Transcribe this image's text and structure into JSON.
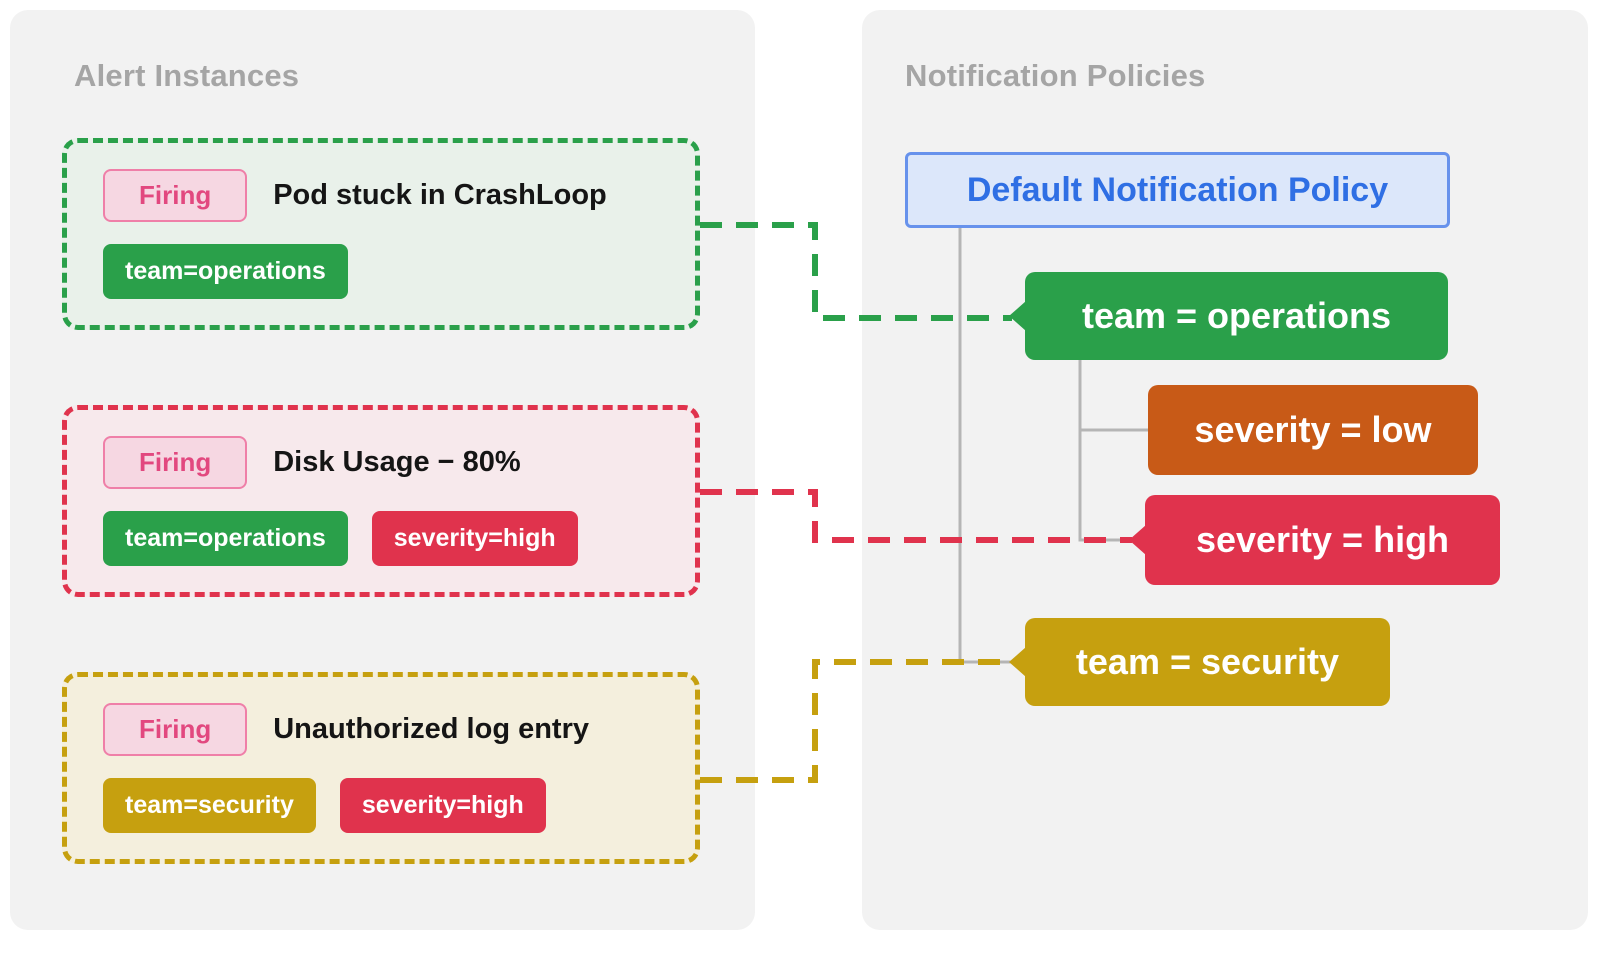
{
  "colors": {
    "panel-bg": "#f2f2f2",
    "green": "#2aa04a",
    "green-tint": "#e9f1ea",
    "red": "#e0334d",
    "red-tint": "#f7e9ec",
    "gold": "#c6a00f",
    "gold-tint": "#f4efdd",
    "orange": "#c85a17",
    "blue": "#2f6fe4",
    "blue-bg": "#dce7fa",
    "blue-border": "#6792ec",
    "pink": "#e2487f",
    "pink-bg": "#f6d7e2",
    "tree-line": "#b5b5b5",
    "title-gray": "#a5a5a5"
  },
  "left_panel": {
    "title": "Alert Instances",
    "cards": [
      {
        "badge": "Firing",
        "title": "Pod stuck in CrashLoop",
        "labels": [
          {
            "text": "team=operations",
            "color": "green"
          }
        ]
      },
      {
        "badge": "Firing",
        "title": "Disk Usage − 80%",
        "labels": [
          {
            "text": "team=operations",
            "color": "green"
          },
          {
            "text": "severity=high",
            "color": "red"
          }
        ]
      },
      {
        "badge": "Firing",
        "title": "Unauthorized log entry",
        "labels": [
          {
            "text": "team=security",
            "color": "gold"
          },
          {
            "text": "severity=high",
            "color": "red"
          }
        ]
      }
    ]
  },
  "right_panel": {
    "title": "Notification Policies",
    "policy_root": "Default Notification Policy",
    "nodes": [
      {
        "label": "team = operations",
        "color": "green"
      },
      {
        "label": "severity = low",
        "color": "orange"
      },
      {
        "label": "severity = high",
        "color": "red"
      },
      {
        "label": "team = security",
        "color": "gold"
      }
    ]
  }
}
